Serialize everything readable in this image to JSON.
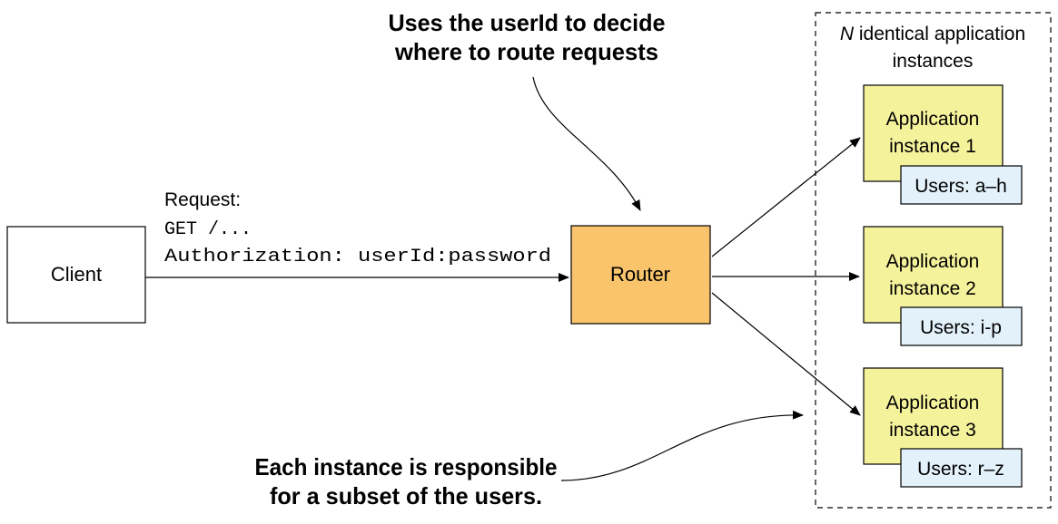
{
  "annotations": {
    "top_line1": "Uses the userId to decide",
    "top_line2": "where to route requests",
    "bottom_line1": "Each instance is responsible",
    "bottom_line2": "for a subset of the users."
  },
  "client": {
    "label": "Client"
  },
  "router": {
    "label": "Router"
  },
  "request": {
    "title": "Request:",
    "line1": "GET /...",
    "line2": "Authorization: userId:password"
  },
  "instances_group": {
    "title_italic": "N",
    "title_rest": " identical application",
    "title_line2": "instances"
  },
  "instances": [
    {
      "line1": "Application",
      "line2": "instance 1",
      "users": "Users: a–h"
    },
    {
      "line1": "Application",
      "line2": "instance 2",
      "users": "Users: i-p"
    },
    {
      "line1": "Application",
      "line2": "instance 3",
      "users": "Users: r–z"
    }
  ],
  "colors": {
    "router_fill": "#f9c46b",
    "instance_fill": "#f5f29c",
    "users_fill": "#e3f1fb",
    "stroke": "#000000"
  }
}
